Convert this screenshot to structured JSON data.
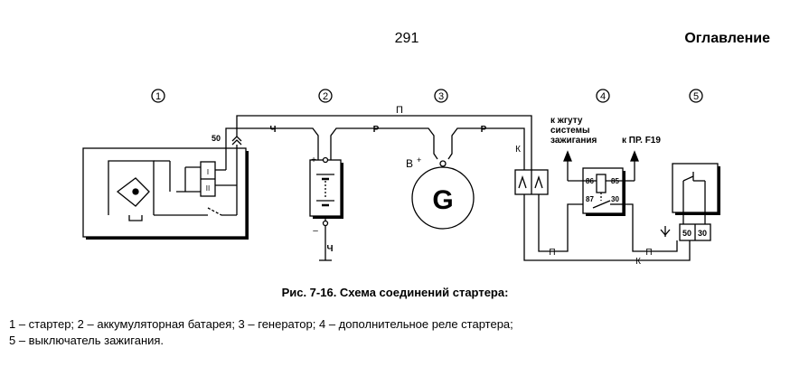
{
  "header": {
    "page_number": "291",
    "toc_link": "Оглавление"
  },
  "diagram": {
    "component_numbers": [
      "1",
      "2",
      "3",
      "4",
      "5"
    ],
    "wire_labels": {
      "top_p": "П",
      "ch_1": "Ч",
      "ch_2": "Ч",
      "r_1": "Р",
      "r_2": "Р",
      "k_1": "К",
      "k_2": "К",
      "p_1": "П",
      "p_2": "П"
    },
    "terminal_50_starter": "50",
    "battery_plus": "+",
    "battery_minus": "–",
    "generator_b_plus": "В",
    "generator_b_plus_sign": "+",
    "generator_letter": "G",
    "ignition_note_lines": [
      "к жгуту",
      "системы",
      "зажигания"
    ],
    "fuse_note": "к ПР. F19",
    "relay_pins": [
      "86",
      "85",
      "87",
      "30"
    ],
    "starter_coils": [
      "I",
      "II"
    ],
    "switch_terminals": [
      "50",
      "30"
    ]
  },
  "caption": "Рис. 7-16. Схема соединений стартера:",
  "legend": {
    "line1": "1 – стартер; 2 – аккумуляторная батарея; 3 – генератор; 4 – дополнительное реле стартера;",
    "line2": "5 – выключатель зажигания."
  }
}
